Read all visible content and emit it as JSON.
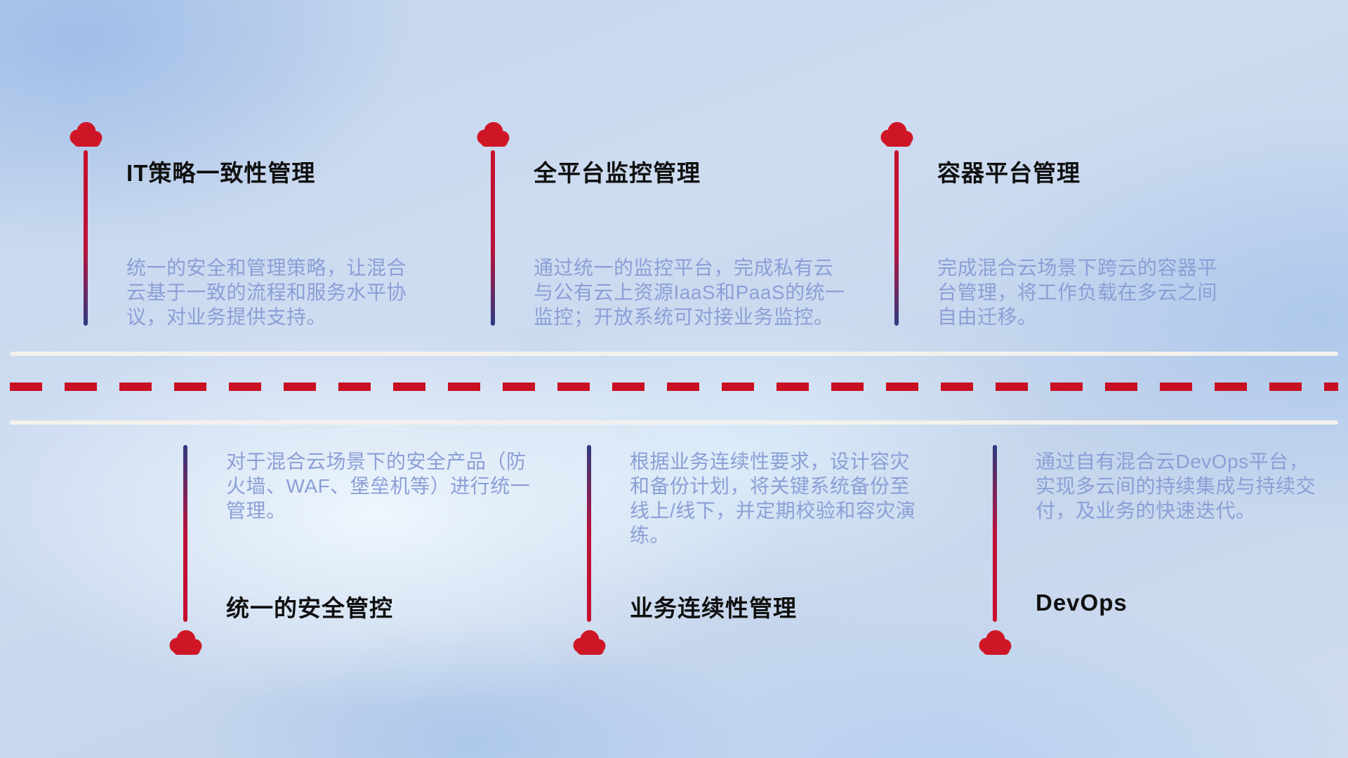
{
  "diagram": {
    "type": "hybrid-cloud-capability-road-timeline",
    "icon": "cloud-icon"
  },
  "colors": {
    "cloud_red": "#cf1626",
    "dash_red": "#c81022",
    "road_white": "#f4f1ec",
    "connector_navy": "#2e3a80",
    "connector_red": "#c8102e",
    "title_text": "#101010",
    "description_text": "#8b9fd6",
    "background_blue": "#c8d8ee"
  },
  "top_items": [
    {
      "title": "IT策略一致性管理",
      "description": "统一的安全和管理策略，让混合云基于一致的流程和服务水平协议，对业务提供支持。"
    },
    {
      "title": "全平台监控管理",
      "description": "通过统一的监控平台，完成私有云与公有云上资源IaaS和PaaS的统一监控；开放系统可对接业务监控。"
    },
    {
      "title": "容器平台管理",
      "description": "完成混合云场景下跨云的容器平台管理，将工作负载在多云之间自由迁移。"
    }
  ],
  "bottom_items": [
    {
      "title": "统一的安全管控",
      "description": "对于混合云场景下的安全产品（防火墙、WAF、堡垒机等）进行统一管理。"
    },
    {
      "title": "业务连续性管理",
      "description": "根据业务连续性要求，设计容灾和备份计划，将关键系统备份至线上/线下，并定期校验和容灾演练。"
    },
    {
      "title": "DevOps",
      "description": "通过自有混合云DevOps平台，实现多云间的持续集成与持续交付，及业务的快速迭代。"
    }
  ]
}
